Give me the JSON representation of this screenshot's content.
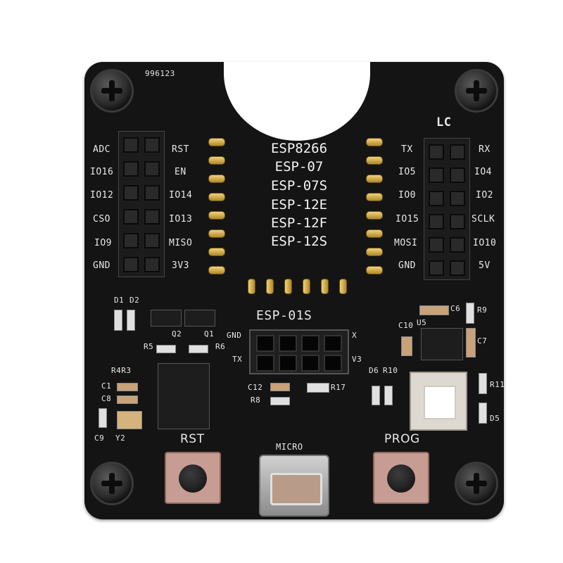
{
  "board": {
    "serial": "996123",
    "logo": "LC",
    "module_names": [
      "ESP8266",
      "ESP-07",
      "ESP-07S",
      "ESP-12E",
      "ESP-12F",
      "ESP-12S"
    ],
    "socket_label": "ESP-01S"
  },
  "left_header": {
    "outer_labels": [
      "ADC",
      "IO16",
      "IO12",
      "CSO",
      "IO9",
      "GND"
    ],
    "inner_labels": [
      "RST",
      "EN",
      "IO14",
      "IO13",
      "MISO",
      "3V3"
    ]
  },
  "right_header": {
    "inner_labels": [
      "TX",
      "IO5",
      "IO0",
      "IO15",
      "MOSI",
      "GND"
    ],
    "outer_labels": [
      "RX",
      "IO4",
      "IO2",
      "SCLK",
      "IO10",
      "5V"
    ]
  },
  "components": {
    "d1": "D1",
    "d2": "D2",
    "q2": "Q2",
    "q1": "Q1",
    "r5": "R5",
    "r6": "R6",
    "r4r3": "R4R3",
    "c1": "C1",
    "c8": "C8",
    "c9": "C9",
    "y2": "Y2",
    "c12": "C12",
    "r8": "R8",
    "r17": "R17",
    "d6": "D6",
    "r10": "R10",
    "c10": "C10",
    "u5": "U5",
    "c6": "C6",
    "r9": "R9",
    "c7": "C7",
    "r11": "R11",
    "d5": "D5",
    "gnd": "GND",
    "tx": "TX",
    "v3": "V3",
    "x": "X"
  },
  "bottom": {
    "rst_label": "RST",
    "micro_label": "MICRO",
    "prog_label": "PROG"
  }
}
